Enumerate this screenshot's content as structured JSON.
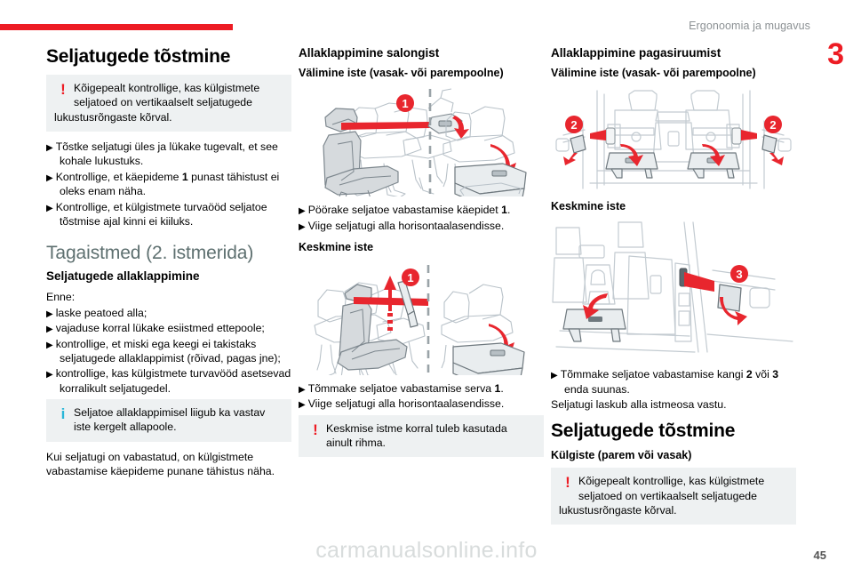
{
  "header": {
    "running_title": "Ergonoomia ja mugavus",
    "chapter_number": "3",
    "rule_color": "#ed1c24"
  },
  "colors": {
    "accent_red": "#ed1c24",
    "grey_heading": "#5e7070",
    "box_bg": "#eef1f2",
    "info_blue": "#29b6d8"
  },
  "column1": {
    "title": "Seljatugede tõstmine",
    "warning1": {
      "icon": "warning-exclamation-icon",
      "text": "Kõigepealt kontrollige, kas külgistmete seljatoed on vertikaalselt seljatugede lukustusrõngaste kõrval."
    },
    "bullets": [
      "Tõstke seljatugi üles ja lükake tugevalt, et see kohale lukustuks.",
      "Kontrollige, et käepideme 1 punast tähistust ei oleks enam näha.",
      "Kontrollige, et külgistmete turvaööd seljatoe tõstmise ajal kinni ei kiiluks."
    ],
    "section_heading": "Tagaistmed (2. istmerida)",
    "subsection_title": "Seljatugede allaklappimine",
    "before_label": "Enne:",
    "before_bullets": [
      "laske peatoed alla;",
      "vajaduse korral lükake esiistmed ettepoole;",
      "kontrollige, et miski ega keegi ei takistaks seljatugede allaklappimist (rõivad, pagas jne);",
      "kontrollige, kas külgistmete turvavööd asetsevad korralikult seljatugedel."
    ],
    "info1": {
      "icon": "info-i-icon",
      "text": "Seljatoe allaklappimisel liigub ka vastav iste kergelt allapoole."
    },
    "closing_text": "Kui seljatugi on vabastatud, on külgistmete vabastamise käepideme punane tähistus näha."
  },
  "column2": {
    "title": "Allaklappimine salongist",
    "sub1": "Välimine iste (vasak- või parempoolne)",
    "figure1_alt": "outer-seat-folding-illustration",
    "figure1_callouts": [
      "1"
    ],
    "bullets1": [
      "Pöörake seljatoe vabastamise käepidet 1.",
      "Viige seljatugi alla horisontaalasendisse."
    ],
    "sub2": "Keskmine iste",
    "figure2_alt": "centre-seat-folding-illustration",
    "figure2_callouts": [
      "1"
    ],
    "bullets2": [
      "Tõmmake seljatoe vabastamise serva 1.",
      "Viige seljatugi alla horisontaalasendisse."
    ],
    "warning2": {
      "icon": "warning-exclamation-icon",
      "text": "Keskmise istme korral tuleb kasutada ainult rihma."
    }
  },
  "column3": {
    "title": "Allaklappimine pagasiruumist",
    "sub1": "Välimine iste (vasak- või parempoolne)",
    "figure1_alt": "boot-outer-seat-levers-illustration",
    "figure1_callouts": [
      "2",
      "2"
    ],
    "sub2": "Keskmine iste",
    "figure2_alt": "boot-centre-seat-lever-illustration",
    "figure2_callouts": [
      "3"
    ],
    "bullets": [
      "Tõmmake seljatoe vabastamise kangi 2 või 3 enda suunas."
    ],
    "note": "Seljatugi laskub alla istmeosa vastu.",
    "title2": "Seljatugede tõstmine",
    "sub3": "Külgiste (parem või vasak)",
    "warning3": {
      "icon": "warning-exclamation-icon",
      "text": "Kõigepealt kontrollige, kas külgistmete seljatoed on vertikaalselt seljatugede lukustusrõngaste kõrval."
    }
  },
  "footer": {
    "watermark": "carmanualsonline.info",
    "page_number": "45"
  }
}
